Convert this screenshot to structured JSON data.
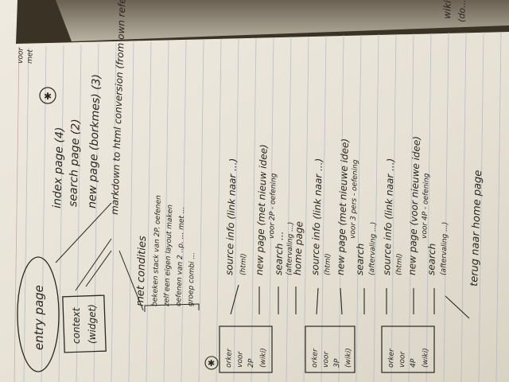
{
  "notebook": {
    "page_color": "#e9e4d8",
    "line_color": "#a9b6c6",
    "ink_color": "#2a2620",
    "background_color": "#3b3226",
    "headings": {
      "entry": "entry page",
      "index": "index page (4)",
      "search": "search page (2)",
      "new": "new page (borkmes) (3)",
      "markdown": "markdown to html conversion (from own reference)",
      "met_condities": "met condities",
      "context": "context",
      "widget": "(widget)"
    },
    "condition_notes": [
      "bekeken stack van 2P. oefenen",
      "zelf een eigen layout maken",
      "oefenen van 2 ..p. ... met ...",
      "groep combi ..."
    ],
    "left_boxes": [
      {
        "line1": "orker",
        "line2": "voor",
        "line3": "2P",
        "line4": "(wiki)"
      },
      {
        "line1": "orker",
        "line2": "voor",
        "line3": "3P",
        "line4": "(wiki)"
      },
      {
        "line1": "orker",
        "line2": "voor",
        "line3": "4P",
        "line4": "(wiki)"
      }
    ],
    "flows": [
      {
        "a": "source info (link naar ...)",
        "b": "(html)"
      },
      {
        "a": "new page (met nieuw idee)",
        "b": "voor 2P - oefening"
      },
      {
        "a": "search ...",
        "b": "(aftervaling ...)"
      },
      {
        "a": "home page",
        "b": ""
      },
      {
        "a": "source info (link naar ...)",
        "b": "(html)"
      },
      {
        "a": "new page (met nieuwe idee)",
        "b": "voor 3 pers - oefening"
      },
      {
        "a": "search",
        "b": "(aftervaling ...)"
      },
      {
        "a": "source info (link naar ...)",
        "b": "(html)"
      },
      {
        "a": "new page (voor nieuwe idee)",
        "b": "voor 4P - oefening"
      },
      {
        "a": "search",
        "b": "(aftervaling ...)"
      }
    ],
    "footer": "terug naar home page",
    "top_right_scrawl": [
      "wiki",
      "(do...)",
      "voor",
      "met"
    ]
  }
}
